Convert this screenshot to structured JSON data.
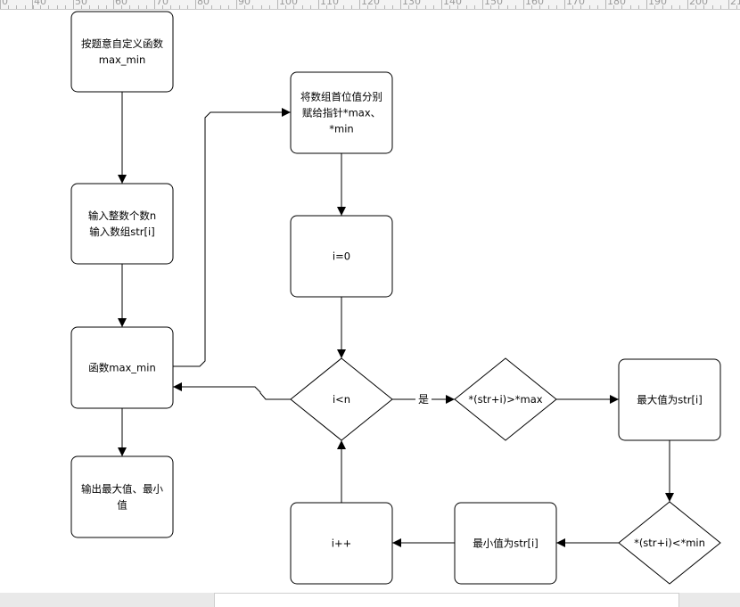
{
  "ruler": {
    "labels": [
      "0",
      "40",
      "50",
      "60",
      "70",
      "80",
      "90",
      "100",
      "110",
      "120",
      "130",
      "140",
      "150",
      "160",
      "170",
      "180",
      "190",
      "200",
      "21"
    ]
  },
  "flowchart": {
    "nodes": {
      "define_function": [
        "按题意自定义函数",
        "max_min"
      ],
      "input_numbers": [
        "输入整数个数n",
        "输入数组str[i]"
      ],
      "call_function": [
        "函数max_min"
      ],
      "output_result": [
        "输出最大值、最小",
        "值"
      ],
      "assign_pointers": [
        "将数组首位值分别",
        "赋给指针*max、",
        "*min"
      ],
      "init_i": [
        "i=0"
      ],
      "cond_i_lt_n": [
        "i<n"
      ],
      "cond_greater_max": [
        "*(str+i)>*max"
      ],
      "set_max": [
        "最大值为str[i]"
      ],
      "cond_less_min": [
        "*(str+i)<*min"
      ],
      "set_min": [
        "最小值为str[i]"
      ],
      "increment_i": [
        "i++"
      ]
    },
    "edge_labels": {
      "yes": "是"
    }
  },
  "colors": {
    "stroke": "#000000",
    "fill": "#ffffff",
    "ruler_bg": "#f3f3f3"
  }
}
